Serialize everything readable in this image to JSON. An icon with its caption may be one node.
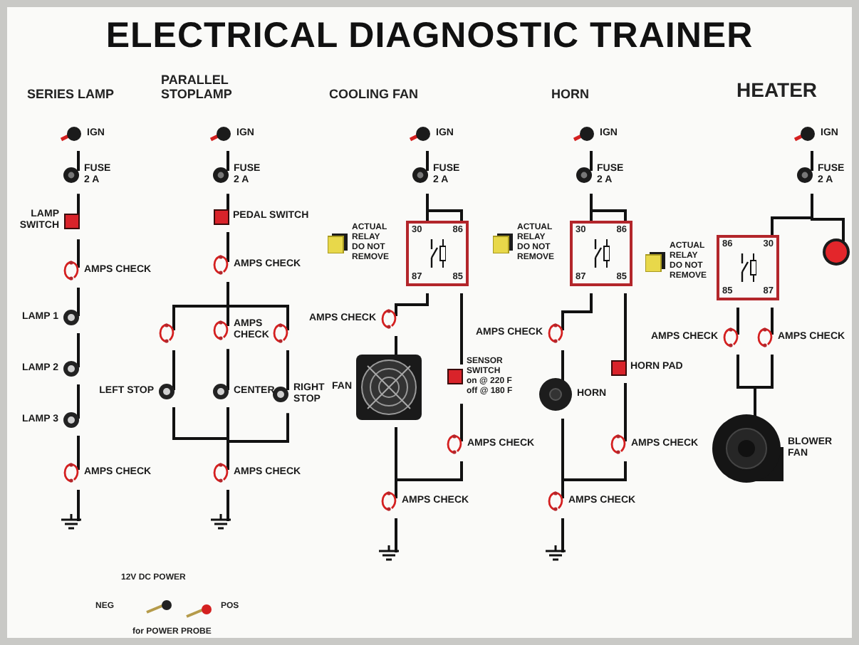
{
  "diagram": {
    "title": "ELECTRICAL DIAGNOSTIC TRAINER",
    "nodes": [
      {
        "text": [
          "IGN"
        ]
      },
      {
        "text": [
          "FUSE 2 A"
        ]
      },
      {
        "text": [
          "LAMP SWITCH"
        ]
      },
      {
        "text": [
          "AMPS CHECK"
        ]
      },
      {
        "text": [
          "LAMP 1"
        ]
      },
      {
        "text": [
          "LAMP 2"
        ]
      },
      {
        "text": [
          "LAMP 3"
        ]
      },
      {
        "text": [
          "AMPS CHECK"
        ]
      },
      {
        "text": [],
        "shape": "ground"
      },
      {
        "text": [
          "IGN"
        ]
      },
      {
        "text": [
          "FUSE 2 A"
        ]
      },
      {
        "text": [
          "PEDAL SWITCH"
        ]
      },
      {
        "text": [
          "AMPS CHECK"
        ]
      },
      {
        "text": [],
        "shape": "loop"
      },
      {
        "text": [
          "AMPS CHECK"
        ]
      },
      {
        "text": [],
        "shape": "loop"
      },
      {
        "text": [
          "LEFT STOP"
        ]
      },
      {
        "text": [
          "CENTER"
        ]
      },
      {
        "text": [
          "RIGHT STOP"
        ]
      },
      {
        "text": [
          "AMPS CHECK"
        ]
      },
      {
        "text": [],
        "shape": "ground"
      },
      {
        "text": [
          "IGN"
        ]
      },
      {
        "text": [
          "FUSE 2 A"
        ]
      },
      {
        "text": [
          "30",
          "86",
          "87",
          "85"
        ]
      },
      {
        "text": [
          "ACTUAL RELAY",
          "DO NOT REMOVE"
        ]
      },
      {
        "text": [
          "AMPS CHECK"
        ]
      },
      {
        "text": [
          "FAN"
        ]
      },
      {
        "text": [
          "SENSOR SWITCH",
          "on @ 220 F",
          "off @ 180 F"
        ]
      },
      {
        "text": [
          "AMPS CHECK"
        ]
      },
      {
        "text": [
          "AMPS CHECK"
        ]
      },
      {
        "text": [],
        "shape": "ground"
      },
      {
        "text": [
          "IGN"
        ]
      },
      {
        "text": [
          "FUSE 2 A"
        ]
      },
      {
        "text": [
          "30",
          "86",
          "87",
          "85"
        ]
      },
      {
        "text": [
          "ACTUAL RELAY",
          "DO NOT REMOVE"
        ]
      },
      {
        "text": [
          "AMPS CHECK"
        ]
      },
      {
        "text": [
          "HORN"
        ]
      },
      {
        "text": [
          "HORN PAD"
        ]
      },
      {
        "text": [
          "AMPS CHECK"
        ]
      },
      {
        "text": [
          "AMPS CHECK"
        ]
      },
      {
        "text": [],
        "shape": "ground"
      },
      {
        "text": [
          "IGN"
        ]
      },
      {
        "text": [
          "FUSE 2 A"
        ]
      },
      {
        "text": [
          "86",
          "30",
          "85",
          "87"
        ]
      },
      {
        "text": [
          "ACTUAL RELAY",
          "DO NOT REMOVE"
        ]
      },
      {
        "text": [],
        "shape": "knob"
      },
      {
        "text": [
          "AMPS CHECK"
        ]
      },
      {
        "text": [
          "AMPS CHECK"
        ]
      },
      {
        "text": [
          "BLOWER FAN"
        ]
      }
    ],
    "edges": [
      {
        "from": 0,
        "to": 1,
        "arrow": "none"
      },
      {
        "from": 1,
        "to": 2,
        "arrow": "none"
      },
      {
        "from": 2,
        "to": 3,
        "arrow": "none"
      },
      {
        "from": 3,
        "to": 4,
        "arrow": "none"
      },
      {
        "from": 4,
        "to": 5,
        "arrow": "none"
      },
      {
        "from": 5,
        "to": 6,
        "arrow": "none"
      },
      {
        "from": 6,
        "to": 7,
        "arrow": "none"
      },
      {
        "from": 7,
        "to": 8,
        "arrow": "none"
      },
      {
        "from": 9,
        "to": 10,
        "arrow": "none"
      },
      {
        "from": 10,
        "to": 11,
        "arrow": "none"
      },
      {
        "from": 11,
        "to": 12,
        "arrow": "none"
      },
      {
        "from": 12,
        "to": 13,
        "arrow": "none"
      },
      {
        "from": 12,
        "to": 14,
        "arrow": "none"
      },
      {
        "from": 12,
        "to": 15,
        "arrow": "none"
      },
      {
        "from": 13,
        "to": 16,
        "arrow": "none"
      },
      {
        "from": 14,
        "to": 17,
        "arrow": "none"
      },
      {
        "from": 15,
        "to": 18,
        "arrow": "none"
      },
      {
        "from": 16,
        "to": 19,
        "arrow": "none"
      },
      {
        "from": 17,
        "to": 19,
        "arrow": "none"
      },
      {
        "from": 18,
        "to": 19,
        "arrow": "none"
      },
      {
        "from": 19,
        "to": 20,
        "arrow": "none"
      },
      {
        "from": 21,
        "to": 22,
        "arrow": "none"
      },
      {
        "from": 22,
        "to": 23,
        "arrow": "none"
      },
      {
        "from": 22,
        "to": 23,
        "arrow": "none"
      },
      {
        "from": 23,
        "to": 25,
        "arrow": "none"
      },
      {
        "from": 25,
        "to": 26,
        "arrow": "none"
      },
      {
        "from": 23,
        "to": 27,
        "arrow": "none"
      },
      {
        "from": 27,
        "to": 28,
        "arrow": "none"
      },
      {
        "from": 26,
        "to": 29,
        "arrow": "none"
      },
      {
        "from": 28,
        "to": 29,
        "arrow": "none"
      },
      {
        "from": 29,
        "to": 30,
        "arrow": "none"
      },
      {
        "from": 31,
        "to": 32,
        "arrow": "none"
      },
      {
        "from": 32,
        "to": 33,
        "arrow": "none"
      },
      {
        "from": 32,
        "to": 33,
        "arrow": "none"
      },
      {
        "from": 33,
        "to": 35,
        "arrow": "none"
      },
      {
        "from": 35,
        "to": 36,
        "arrow": "none"
      },
      {
        "from": 33,
        "to": 37,
        "arrow": "none"
      },
      {
        "from": 37,
        "to": 38,
        "arrow": "none"
      },
      {
        "from": 36,
        "to": 39,
        "arrow": "none"
      },
      {
        "from": 38,
        "to": 39,
        "arrow": "none"
      },
      {
        "from": 39,
        "to": 40,
        "arrow": "none"
      },
      {
        "from": 41,
        "to": 42,
        "arrow": "none"
      },
      {
        "from": 42,
        "to": 43,
        "arrow": "none"
      },
      {
        "from": 42,
        "to": 45,
        "arrow": "none"
      },
      {
        "from": 43,
        "to": 46,
        "arrow": "none"
      },
      {
        "from": 43,
        "to": 47,
        "arrow": "none"
      },
      {
        "from": 46,
        "to": 48,
        "arrow": "none"
      },
      {
        "from": 47,
        "to": 48,
        "arrow": "none"
      }
    ],
    "labels": [
      "SERIES LAMP",
      "PARALLEL STOPLAMP",
      "COOLING FAN",
      "HORN",
      "HEATER",
      "12V DC POWER",
      "NEG",
      "POS",
      "for POWER PROBE"
    ]
  }
}
